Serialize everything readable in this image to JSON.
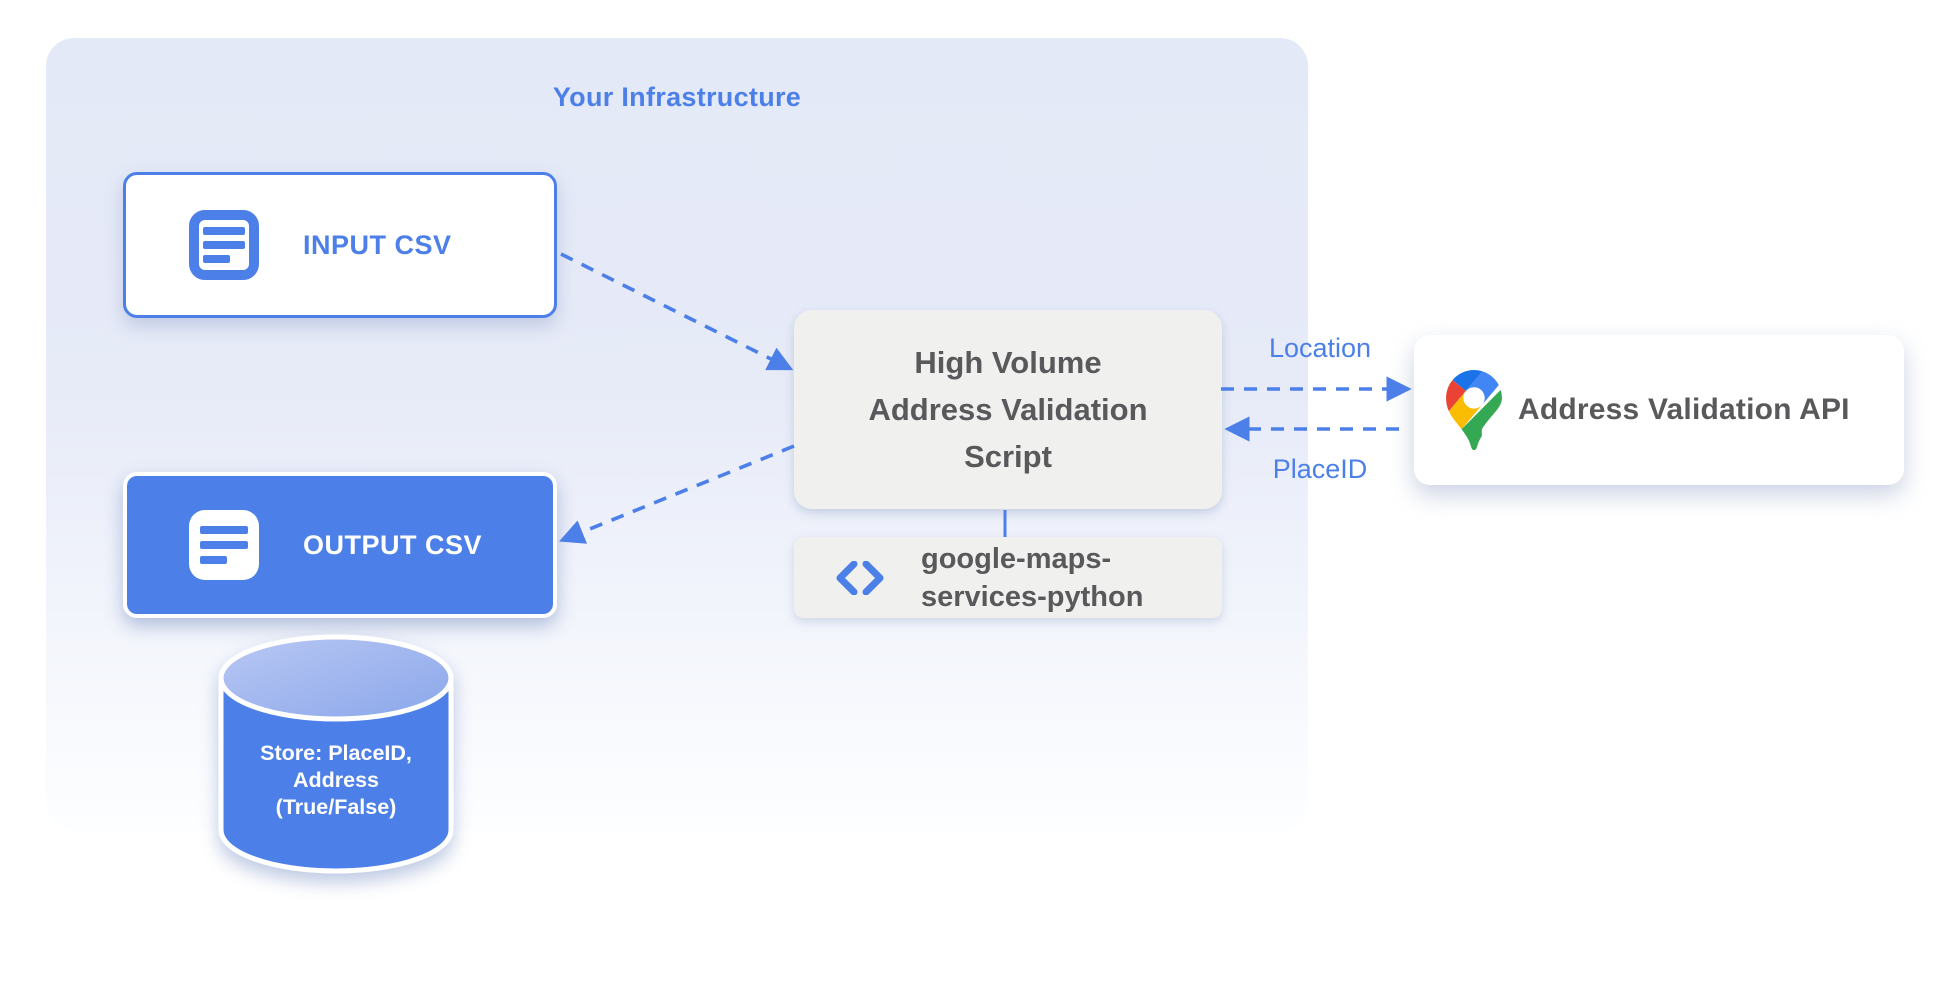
{
  "diagram": {
    "container_title": "Your Infrastructure",
    "nodes": {
      "input_csv": {
        "label": "INPUT CSV"
      },
      "output_csv": {
        "label": "OUTPUT CSV"
      },
      "datastore": {
        "lines": [
          "Store: PlaceID,",
          "Address",
          "(True/False)"
        ]
      },
      "script": {
        "lines": [
          "High Volume",
          "Address Validation",
          "Script"
        ]
      },
      "library": {
        "lines": [
          "google-maps-",
          "services-python"
        ]
      },
      "api": {
        "label": "Address Validation API"
      }
    },
    "edges": {
      "location_label": "Location",
      "placeid_label": "PlaceID"
    },
    "icons": [
      "document-icon",
      "document-icon",
      "database-cylinder-icon",
      "code-icon",
      "google-maps-pin-icon"
    ],
    "colors": {
      "accent_blue": "#4c80e8",
      "node_gray": "#f0f0ef",
      "dark_text": "#59595b",
      "container_lavender": "#e5eaf8",
      "cylinder_top_light": "#a9bdf1",
      "pin_dark_blue": "#1a73e8",
      "pin_red": "#ea4335",
      "pin_blue": "#4285f4",
      "pin_yellow": "#fbbc04",
      "pin_green": "#34a853"
    }
  }
}
